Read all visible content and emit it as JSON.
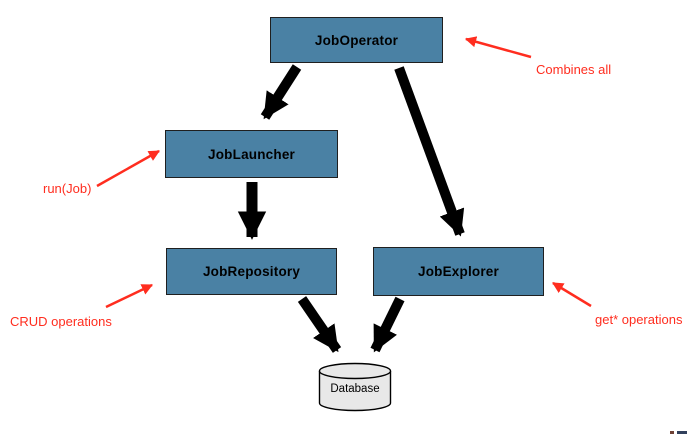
{
  "colors": {
    "node_fill": "#4A81A4",
    "node_border": "#1F1F1F",
    "annotation_red": "#FF2D1F",
    "arrow_black": "#000000",
    "database_fill": "#E8E8E8",
    "database_border": "#000000"
  },
  "nodes": {
    "job_operator": {
      "label": "JobOperator"
    },
    "job_launcher": {
      "label": "JobLauncher"
    },
    "job_repository": {
      "label": "JobRepository"
    },
    "job_explorer": {
      "label": "JobExplorer"
    },
    "database": {
      "label": "Database"
    }
  },
  "annotations": {
    "combines_all": {
      "text": "Combines all",
      "target": "job_operator"
    },
    "run_job": {
      "text": "run(Job)",
      "target": "job_launcher"
    },
    "crud_operations": {
      "text": "CRUD operations",
      "target": "job_repository"
    },
    "get_operations": {
      "text": "get* operations",
      "target": "job_explorer"
    }
  },
  "edges": [
    {
      "from": "job_operator",
      "to": "job_launcher"
    },
    {
      "from": "job_operator",
      "to": "job_explorer"
    },
    {
      "from": "job_launcher",
      "to": "job_repository"
    },
    {
      "from": "job_repository",
      "to": "database"
    },
    {
      "from": "job_explorer",
      "to": "database"
    }
  ]
}
